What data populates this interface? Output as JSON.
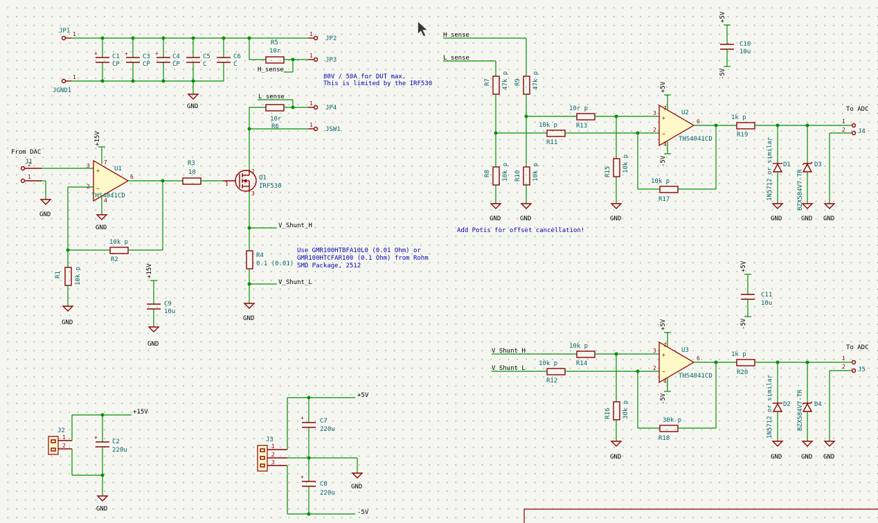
{
  "labels": {
    "jp1": "JP1",
    "jp2": "JP2",
    "jp3": "JP3",
    "jp4": "JP4",
    "jgnd1": "JGND1",
    "jsw1": "JSW1",
    "c1": "C1",
    "c1v": "CP",
    "c3": "C3",
    "c3v": "CP",
    "c4": "C4",
    "c4v": "CP",
    "c5": "C5",
    "c5v": "C",
    "c6": "C6",
    "c6v": "C",
    "r5": "R5",
    "r5v": "10r",
    "h_sense": "H_sense",
    "l_sense": "L_sense",
    "r6": "R6",
    "r6v": "10r",
    "note1a": "80V / 50A for DUT max.",
    "note1b": "This is limited by the IRF530",
    "from_dac": "From DAC",
    "j1": "J1",
    "u1": "U1",
    "u1v": "THS4041CD",
    "r3": "R3",
    "r3v": "10",
    "q1": "Q1",
    "q1v": "IRF530",
    "r1": "R1",
    "r1v": "10k p",
    "r2": "R2",
    "r2v": "10k p",
    "c9": "C9",
    "c9v": "10u",
    "r4": "R4",
    "r4v": "0.1 (0.01)",
    "v_shunt_h": "V_Shunt_H",
    "v_shunt_l": "V_Shunt_L",
    "note2a": "Use GMR100HTBFA10L0 (0.01 Ohm) or",
    "note2b": "GMR100HTCFAR100 (0.1 Ohm) from Rohm",
    "note2c": "SMD Package, 2512",
    "j2": "J2",
    "c2": "C2",
    "c2v": "220u",
    "j3": "J3",
    "c7": "C7",
    "c7v": "220u",
    "c8": "C8",
    "c8v": "220u",
    "h_sense2": "H_sense",
    "l_sense2": "L_sense",
    "r7": "R7",
    "r7v": "47k p",
    "r9": "R9",
    "r9v": "47k p",
    "r8": "R8",
    "r8v": "10k p",
    "r10": "R10",
    "r10v": "10k p",
    "r13": "R13",
    "r13v": "10r p",
    "r11": "R11",
    "r11v": "10k p",
    "r15": "R15",
    "r15v": "10k p",
    "u2": "U2",
    "u2v": "THS4041CD",
    "r17": "R17",
    "r17v": "10k p",
    "r19": "R19",
    "r19v": "1k p",
    "d1": "D1",
    "d1v": "1N5712 or similar",
    "d3": "D3",
    "d3v": "BZX584V7-TR",
    "to_adc1": "To ADC",
    "j4": "J4",
    "note3": "Add Potis for offset cancellation!",
    "c10": "C10",
    "c10v": "10u",
    "c11": "C11",
    "c11v": "10u",
    "v_shunt_h2": "V_Shunt_H",
    "v_shunt_l2": "V_Shunt_L",
    "r14": "R14",
    "r14v": "10k p",
    "r12": "R12",
    "r12v": "10k p",
    "r16": "R16",
    "r16v": "30k p",
    "u3": "U3",
    "u3v": "THS4041CD",
    "r18": "R18",
    "r18v": "30k p",
    "r20": "R20",
    "r20v": "1k p",
    "d2": "D2",
    "d2v": "1N5712 or similar",
    "d4": "D4",
    "d4v": "BZX584V7-TR",
    "to_adc2": "To ADC",
    "j5": "J5"
  },
  "power": {
    "gnd": "GND",
    "p15": "+15V",
    "p5": "+5V",
    "m5": "-5V"
  },
  "pins": {
    "p1": "1",
    "p2": "2",
    "p3": "3",
    "p4": "4",
    "p6": "6",
    "p7": "7"
  },
  "colors": {
    "wire": "#009000",
    "component": "#8c0000",
    "reference": "#006464",
    "note": "#0000b0",
    "symbol_fill": "#fff8c8"
  }
}
